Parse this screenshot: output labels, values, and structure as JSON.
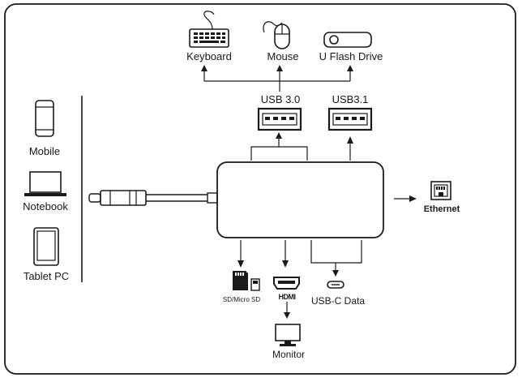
{
  "devices": {
    "keyboard": "Keyboard",
    "mouse": "Mouse",
    "flash_drive": "U Flash Drive",
    "mobile": "Mobile",
    "notebook": "Notebook",
    "tablet": "Tablet PC"
  },
  "ports": {
    "usb30": "USB 3.0",
    "usb31": "USB3.1",
    "ethernet": "Ethernet",
    "sd": "SD/Micro SD",
    "hdmi_logo": "HDMI",
    "usbc": "USB-C Data",
    "monitor": "Monitor"
  }
}
